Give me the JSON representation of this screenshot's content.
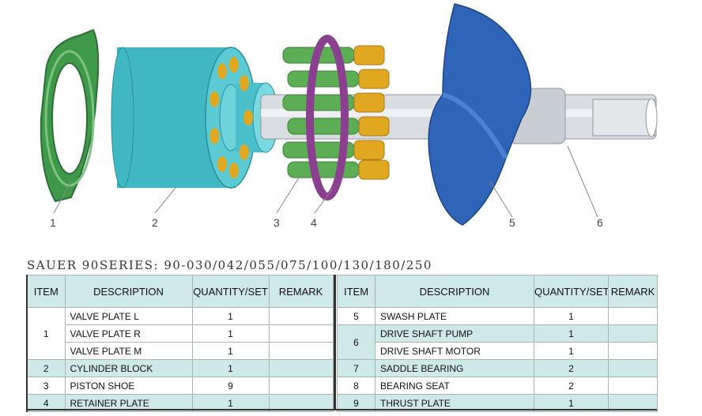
{
  "callouts": [
    "1",
    "2",
    "3",
    "4",
    "5",
    "6"
  ],
  "series_title": "SAUER 90SERIES: 90-030/042/055/075/100/130/180/250",
  "headers": {
    "item": "ITEM",
    "description": "DESCRIPTION",
    "quantity": "QUANTITY/SET",
    "remark": "REMARK"
  },
  "left_rows": [
    {
      "item": "1",
      "description": "VALVE PLATE L",
      "quantity": "1",
      "remark": ""
    },
    {
      "item": "",
      "description": "VALVE PLATE R",
      "quantity": "1",
      "remark": ""
    },
    {
      "item": "",
      "description": "VALVE PLATE M",
      "quantity": "1",
      "remark": ""
    },
    {
      "item": "2",
      "description": "CYLINDER BLOCK",
      "quantity": "1",
      "remark": ""
    },
    {
      "item": "3",
      "description": "PISTON SHOE",
      "quantity": "9",
      "remark": ""
    },
    {
      "item": "4",
      "description": "RETAINER PLATE",
      "quantity": "1",
      "remark": ""
    }
  ],
  "right_rows": [
    {
      "item": "5",
      "description": "SWASH PLATE",
      "quantity": "1",
      "remark": ""
    },
    {
      "item": "6",
      "description": "DRIVE SHAFT PUMP",
      "quantity": "1",
      "remark": ""
    },
    {
      "item": "",
      "description": "DRIVE SHAFT MOTOR",
      "quantity": "1",
      "remark": ""
    },
    {
      "item": "7",
      "description": "SADDLE BEARING",
      "quantity": "2",
      "remark": ""
    },
    {
      "item": "8",
      "description": "BEARING SEAT",
      "quantity": "2",
      "remark": ""
    },
    {
      "item": "9",
      "description": "THRUST PLATE",
      "quantity": "1",
      "remark": ""
    }
  ],
  "colors": {
    "valve_plate": "#3e9a4a",
    "cylinder_block": "#3fb8c3",
    "piston": "#5cae55",
    "shoe": "#e0a820",
    "retainer": "#8a3f8f",
    "swash_plate": "#2f65b8",
    "shaft": "#d9dde2",
    "table_shade": "#cfe8e8"
  }
}
